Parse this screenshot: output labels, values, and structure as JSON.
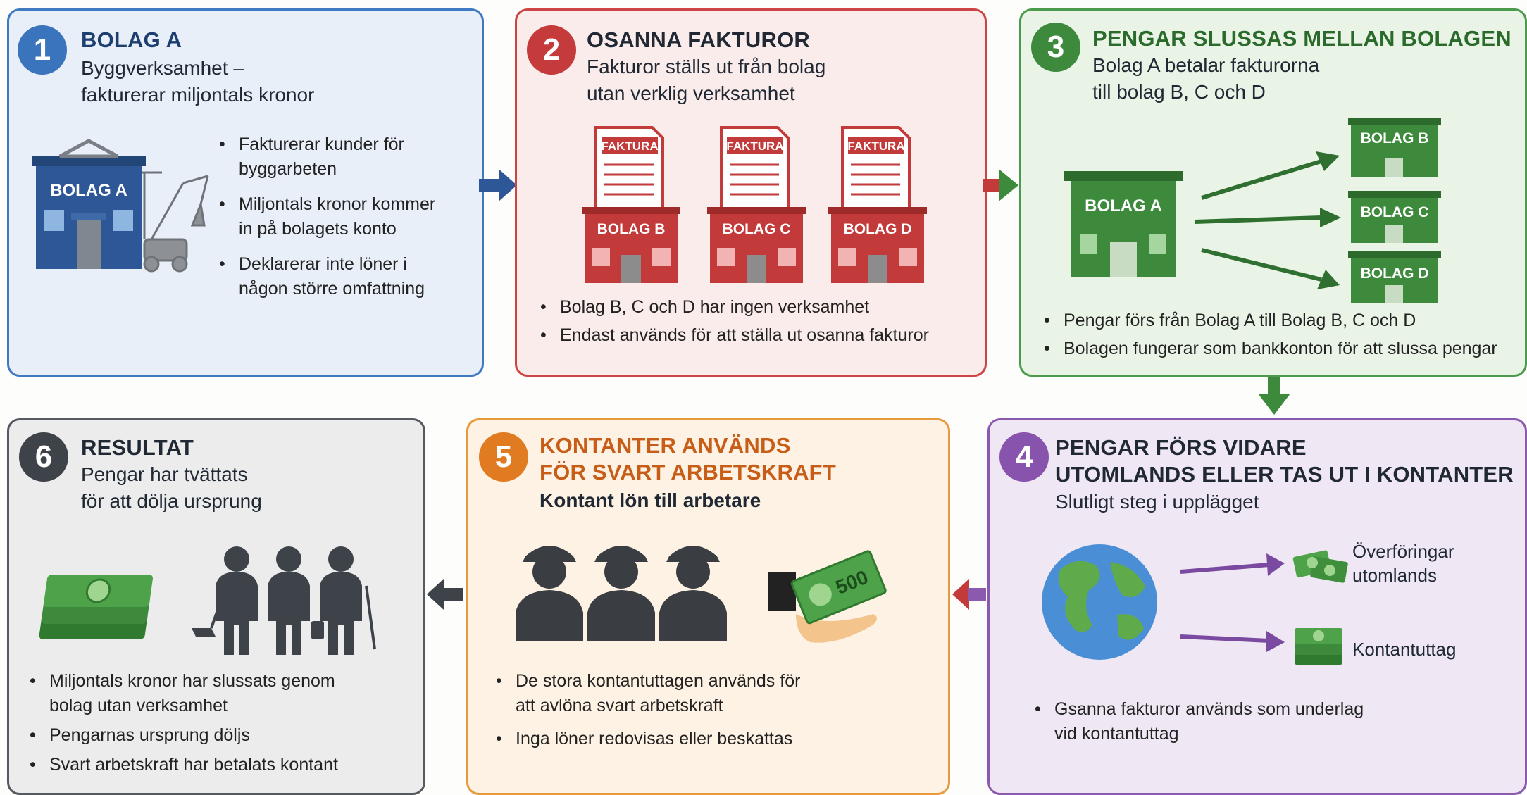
{
  "colors": {
    "blue": "#3f79c1",
    "red": "#cc4444",
    "green": "#4c9a4c",
    "purple": "#8b5aaf",
    "orange": "#e59a3c",
    "gray": "#555a61"
  },
  "steps": {
    "s1": {
      "num": "1",
      "title": "BOLAG A",
      "subtitle": [
        "Byggverksamhet –",
        "fakturerar miljontals kronor"
      ],
      "building_label": "BOLAG A",
      "bullets": [
        [
          "Fakturerar kunder för",
          "byggarbeten"
        ],
        [
          "Miljontals kronor kommer",
          "in på bolagets konto"
        ],
        [
          "Deklarerar inte löner i",
          "någon större omfattning"
        ]
      ]
    },
    "s2": {
      "num": "2",
      "title": "OSANNA FAKTUROR",
      "subtitle": [
        "Fakturor ställs ut från bolag",
        "utan verklig verksamhet"
      ],
      "invoice_label": "FAKTURA",
      "companies": [
        "BOLAG B",
        "BOLAG C",
        "BOLAG D"
      ],
      "bullets": [
        "Bolag B, C och D har ingen verksamhet",
        "Endast används för att ställa ut osanna fakturor"
      ]
    },
    "s3": {
      "num": "3",
      "title": "PENGAR SLUSSAS MELLAN BOLAGEN",
      "subtitle": [
        "Bolag A betalar fakturorna",
        "till bolag B, C och D"
      ],
      "source": "BOLAG A",
      "targets": [
        "BOLAG B",
        "BOLAG C",
        "BOLAG D"
      ],
      "bullets": [
        "Pengar förs från Bolag A till Bolag B, C och D",
        "Bolagen fungerar som bankkonton för att slussa pengar"
      ]
    },
    "s4": {
      "num": "4",
      "title": [
        "PENGAR FÖRS VIDARE",
        "UTOMLANDS ELLER TAS UT I KONTANTER"
      ],
      "subtitle": "Slutligt steg i upplägget",
      "out1": [
        "Överföringar",
        "utomlands"
      ],
      "out2": "Kontantuttag",
      "bullets": [
        [
          "Gsanna fakturor används som underlag",
          "vid kontantuttag"
        ]
      ]
    },
    "s5": {
      "num": "5",
      "title": [
        "KONTANTER ANVÄNDS",
        "FÖR SVART ARBETSKRAFT"
      ],
      "subtitle": "Kontant lön till arbetare",
      "bill": "500",
      "bullets": [
        [
          "De stora kontantuttagen används för",
          "att avlöna svart arbetskraft"
        ],
        [
          "Inga löner redovisas eller beskattas"
        ]
      ]
    },
    "s6": {
      "num": "6",
      "title": "RESULTAT",
      "subtitle": [
        "Pengar har tvättats",
        "för att dölja ursprung"
      ],
      "bullets": [
        [
          "Miljontals kronor har slussats genom",
          "bolag utan verksamhet"
        ],
        [
          "Pengarnas ursprung döljs"
        ],
        [
          "Svart arbetskraft har betalats kontant"
        ]
      ]
    }
  }
}
